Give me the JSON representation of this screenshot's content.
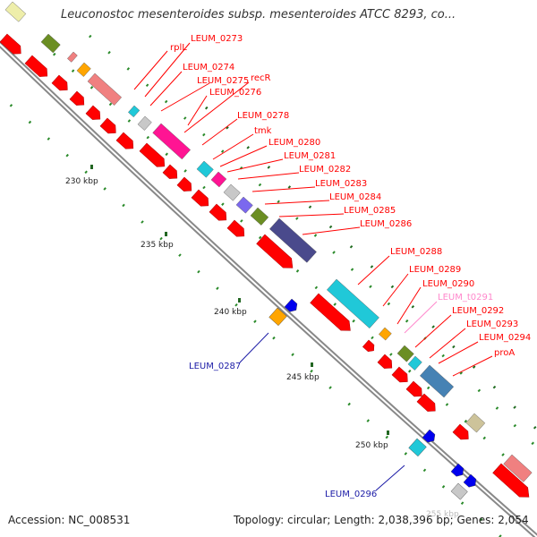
{
  "title": "Leuconostoc mesenteroides subsp. mesenteroides ATCC 8293, co...",
  "accession_label": "Accession: NC_008531",
  "topology_label": "Topology: circular; Length: 2,038,396 bp; Genes: 2,054",
  "tick_labels": [
    "230 kbp",
    "235 kbp",
    "240 kbp",
    "245 kbp",
    "250 kbp",
    "255 kbp"
  ],
  "colors": {
    "gene_red": "#ff0000",
    "label_red": "#ff0000",
    "label_blue": "#1a1aa6",
    "label_pink": "#ff88cc",
    "backbone": "#888888",
    "olive": "#6b8e23",
    "magenta": "#ff1493",
    "cyan": "#20c8d8",
    "slateblue": "#4a4a8c",
    "steelblue": "#4682b4",
    "orange": "#ffa500",
    "tan": "#cdc39a",
    "salmon": "#f08080",
    "grey": "#c8c8c8",
    "blue": "#0000ee",
    "purple": "#7b68ee",
    "yellow": "#eeeeaa"
  },
  "gene_labels": [
    {
      "text": "rplL",
      "color": "red"
    },
    {
      "text": "LEUM_0273",
      "color": "red"
    },
    {
      "text": "LEUM_0274",
      "color": "red"
    },
    {
      "text": "recR",
      "color": "red"
    },
    {
      "text": "LEUM_0275",
      "color": "red"
    },
    {
      "text": "LEUM_0276",
      "color": "red"
    },
    {
      "text": "LEUM_0278",
      "color": "red"
    },
    {
      "text": "tmk",
      "color": "red"
    },
    {
      "text": "LEUM_0280",
      "color": "red"
    },
    {
      "text": "LEUM_0281",
      "color": "red"
    },
    {
      "text": "LEUM_0282",
      "color": "red"
    },
    {
      "text": "LEUM_0283",
      "color": "red"
    },
    {
      "text": "LEUM_0284",
      "color": "red"
    },
    {
      "text": "LEUM_0285",
      "color": "red"
    },
    {
      "text": "LEUM_0286",
      "color": "red"
    },
    {
      "text": "LEUM_0288",
      "color": "red"
    },
    {
      "text": "LEUM_0289",
      "color": "red"
    },
    {
      "text": "LEUM_0290",
      "color": "red"
    },
    {
      "text": "LEUM_t0291",
      "color": "pink"
    },
    {
      "text": "LEUM_0292",
      "color": "red"
    },
    {
      "text": "LEUM_0293",
      "color": "red"
    },
    {
      "text": "LEUM_0294",
      "color": "red"
    },
    {
      "text": "proA",
      "color": "red"
    },
    {
      "text": "LEUM_0287",
      "color": "blue"
    },
    {
      "text": "LEUM_0296",
      "color": "blue"
    }
  ]
}
